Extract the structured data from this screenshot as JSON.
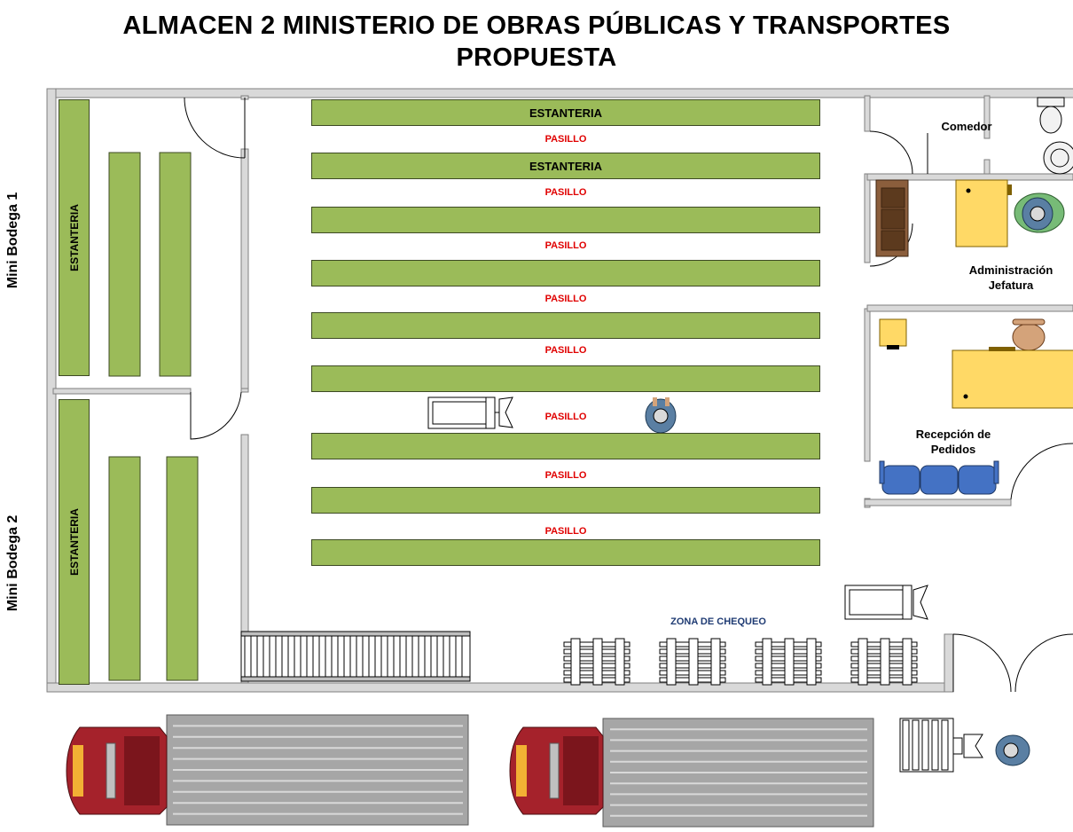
{
  "title": {
    "line1": "ALMACEN 2 MINISTERIO DE OBRAS PÚBLICAS Y TRANSPORTES",
    "line2": "PROPUESTA"
  },
  "mini_bodegas": {
    "bodega1": "Mini Bodega 1",
    "bodega2": "Mini Bodega 2",
    "shelf1_label": "ESTANTERIA",
    "shelf2_label": "ESTANTERIA"
  },
  "main_area": {
    "shelves": [
      "ESTANTERIA",
      "ESTANTERIA",
      "",
      "",
      "",
      "",
      "",
      "",
      ""
    ],
    "aisles": [
      "PASILLO",
      "PASILLO",
      "PASILLO",
      "PASILLO",
      "PASILLO",
      "PASILLO",
      "PASILLO",
      "PASILLO"
    ]
  },
  "rooms": {
    "comedor": "Comedor",
    "admin_line1": "Administración",
    "admin_line2": "Jefatura",
    "reception_line1": "Recepción de",
    "reception_line2": "Pedidos"
  },
  "zona_chequeo": "ZONA DE CHEQUEO",
  "colors": {
    "shelf": "#9bbb59",
    "wall": "#7f7f7f",
    "aisle_text": "#e00000",
    "zona_text": "#1f3b73",
    "desk": "#ffd966",
    "chair_blue": "#4472c4",
    "truck_cab": "#a5222b",
    "truck_trailer": "#a6a6a6"
  },
  "icons": [
    "pallet-jack-icon",
    "worker-icon",
    "sofa-icon",
    "desk-icon",
    "chair-icon",
    "toilet-icon",
    "sink-icon",
    "truck-icon",
    "conveyor-icon",
    "pallet-icon"
  ]
}
